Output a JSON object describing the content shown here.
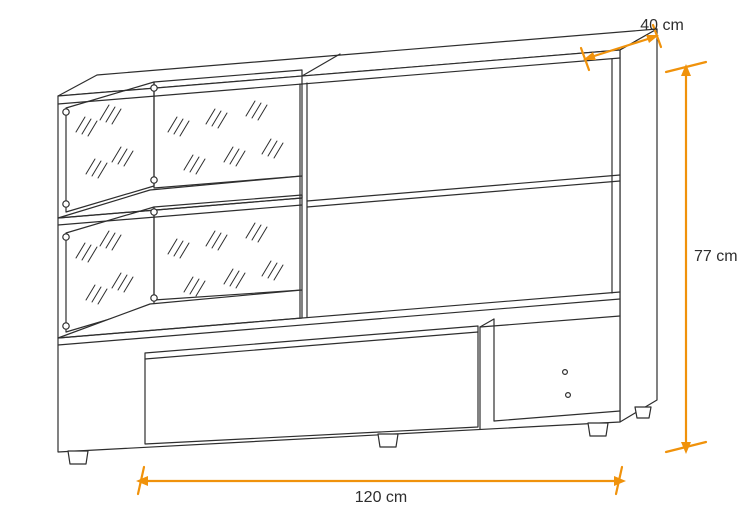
{
  "colors": {
    "accent": "#F0920B",
    "line": "#2E2E2E",
    "background": "#FFFFFF"
  },
  "dimensions": {
    "depth": {
      "label": "40 cm"
    },
    "height": {
      "label": "77 cm"
    },
    "width": {
      "label": "120 cm"
    }
  }
}
